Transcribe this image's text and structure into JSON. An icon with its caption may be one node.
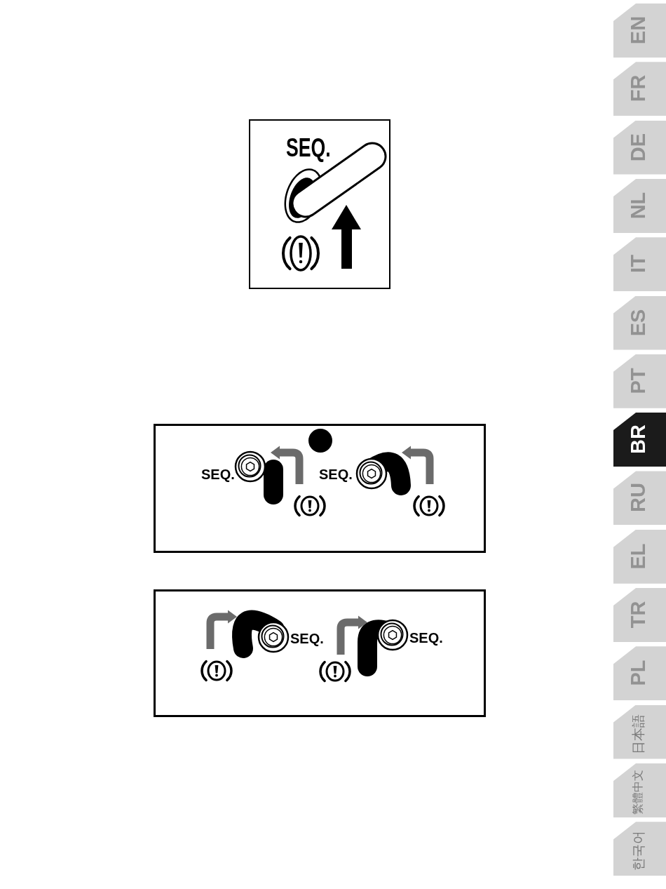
{
  "diagram": {
    "nodes": [
      {
        "text": [
          "SEQ."
        ]
      },
      {
        "text": [
          "SEQ.",
          "SEQ."
        ]
      },
      {
        "text": [
          "SEQ.",
          "SEQ."
        ]
      },
      {
        "text": [
          "EN"
        ]
      },
      {
        "text": [
          "FR"
        ]
      },
      {
        "text": [
          "DE"
        ]
      },
      {
        "text": [
          "NL"
        ]
      },
      {
        "text": [
          "IT"
        ]
      },
      {
        "text": [
          "ES"
        ]
      },
      {
        "text": [
          "PT"
        ]
      },
      {
        "text": [
          "BR"
        ]
      },
      {
        "text": [
          "RU"
        ]
      },
      {
        "text": [
          "EL"
        ]
      },
      {
        "text": [
          "TR"
        ]
      },
      {
        "text": [
          "PL"
        ]
      },
      {
        "text": [
          "日本語"
        ]
      },
      {
        "text": [
          "繁體中文"
        ]
      },
      {
        "text": [
          "한국어"
        ]
      }
    ]
  }
}
